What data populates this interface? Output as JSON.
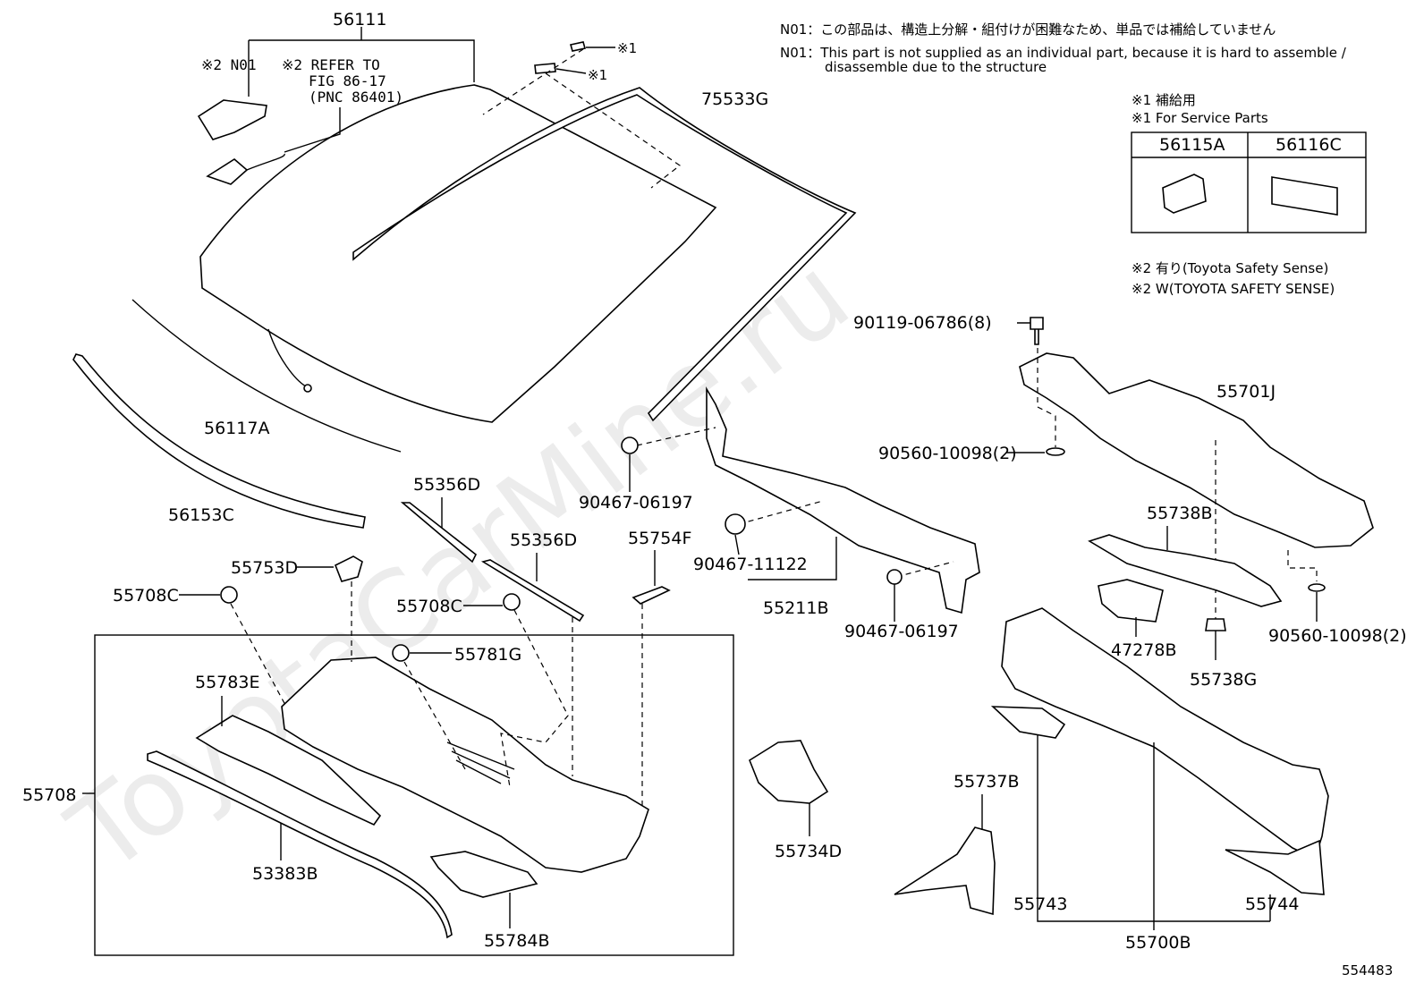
{
  "watermark": "ToyotaCarMine.ru",
  "diagram_id": "554483",
  "notes": {
    "n01_jp": "N01：この部品は、構造上分解・組付けが困難なため、単品では補給していません",
    "n01_en_1": "N01：This part is not supplied as an individual part, because it is hard to assemble /",
    "n01_en_2": "disassemble due to the structure",
    "mark1_jp": "※1 補給用",
    "mark1_en": "※1 For Service Parts",
    "mark2_jp": "※2 有り(Toyota Safety Sense)",
    "mark2_en": "※2 W(TOYOTA SAFETY SENSE)"
  },
  "service_table": {
    "col1": "56115A",
    "col2": "56116C"
  },
  "refer": {
    "mark_n01": "※2 N01",
    "mark_refer": "※2 REFER TO",
    "fig": "FIG 86-17",
    "pnc": "(PNC 86401)"
  },
  "marks": {
    "m1a": "※1",
    "m1b": "※1"
  },
  "labels": {
    "p56111": "56111",
    "p75533G": "75533G",
    "p56117A": "56117A",
    "p56153C": "56153C",
    "p55356D_a": "55356D",
    "p55356D_b": "55356D",
    "p55754F": "55754F",
    "p55753D": "55753D",
    "p55708C_a": "55708C",
    "p55708C_b": "55708C",
    "p55781G": "55781G",
    "p55783E": "55783E",
    "p55708": "55708",
    "p53383B": "53383B",
    "p55784B": "55784B",
    "p90467_06197_a": "90467-06197",
    "p90467_11122": "90467-11122",
    "p55211B": "55211B",
    "p90467_06197_b": "90467-06197",
    "p55734D": "55734D",
    "p90119_06786": "90119-06786(8)",
    "p55701J": "55701J",
    "p90560_10098_a": "90560-10098(2)",
    "p55738B": "55738B",
    "p47278B": "47278B",
    "p55738G": "55738G",
    "p90560_10098_b": "90560-10098(2)",
    "p55737B": "55737B",
    "p55743": "55743",
    "p55744": "55744",
    "p55700B": "55700B"
  }
}
